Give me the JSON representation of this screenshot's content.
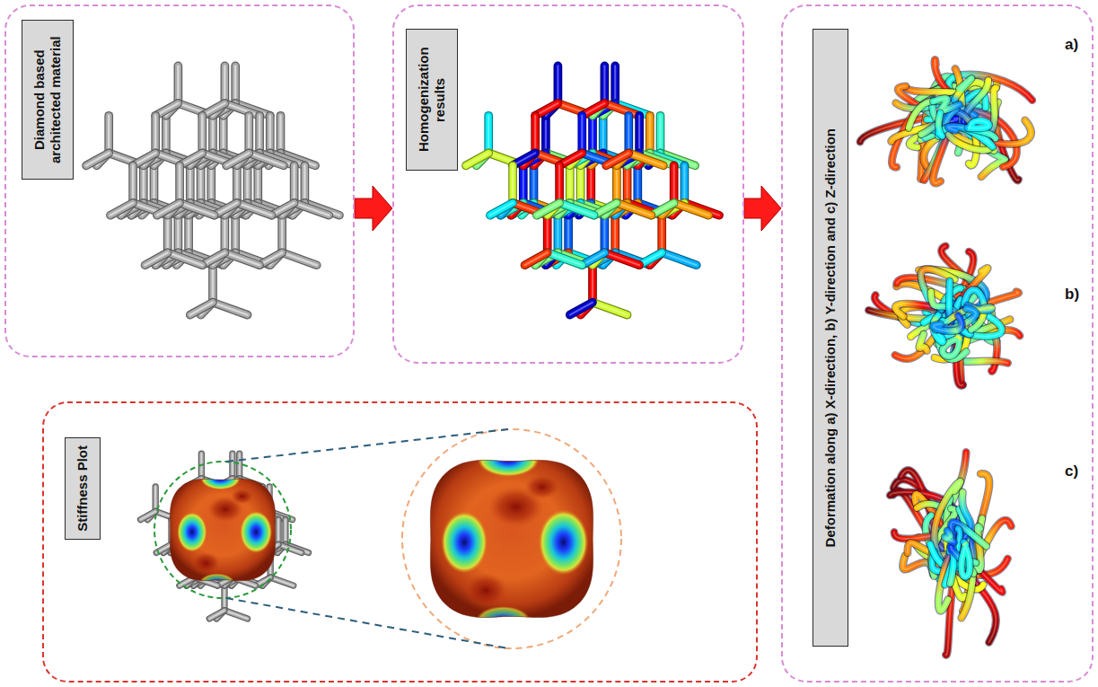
{
  "diagram": {
    "nodes": [
      {
        "text": [
          "Diamond based architected material"
        ]
      },
      {
        "text": [
          "Homogenization results"
        ]
      },
      {
        "text": [
          "Deformation along a) X-direction, b) Y-direction and c) Z-direction"
        ]
      },
      {
        "text": [
          "Stiffness Plot"
        ]
      }
    ],
    "edges": [
      {
        "from": 0,
        "to": 1,
        "arrow": "to"
      },
      {
        "from": 1,
        "to": 2,
        "arrow": "to"
      }
    ],
    "labels": [
      "a)",
      "b)",
      "c)"
    ]
  }
}
